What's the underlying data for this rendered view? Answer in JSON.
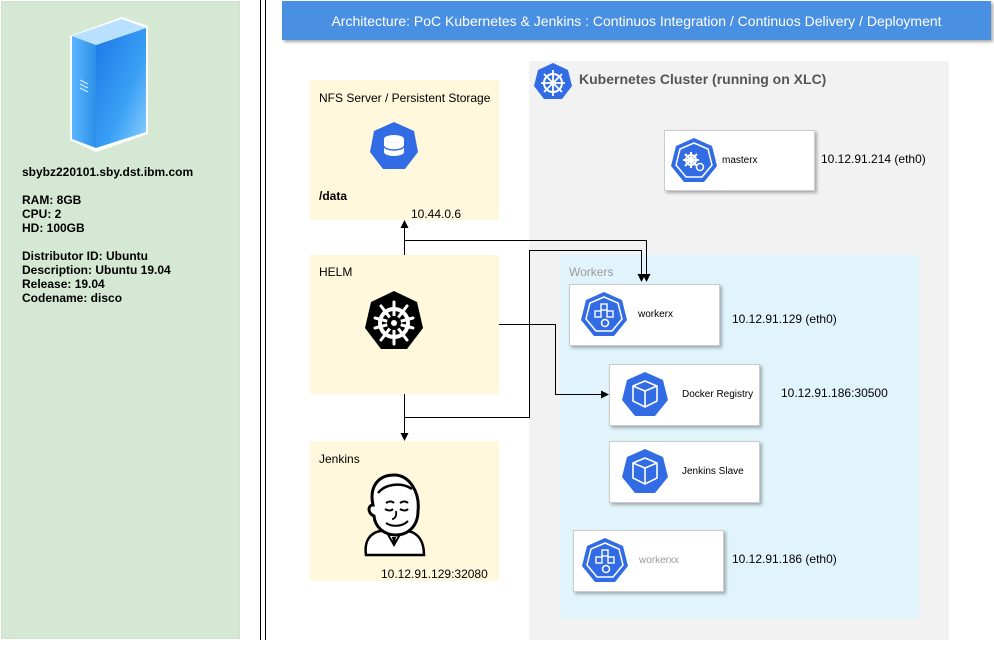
{
  "title": "Architecture: PoC Kubernetes & Jenkins :  Continuos Integration / Continuos Delivery / Deployment",
  "server": {
    "hostname": "sbybz220101.sby.dst.ibm.com",
    "ram": "RAM: 8GB",
    "cpu": "CPU: 2",
    "hd": "HD: 100GB",
    "distributor": "Distributor ID: Ubuntu",
    "description": "Description: Ubuntu 19.04",
    "release": "Release: 19.04",
    "codename": "Codename: disco"
  },
  "nfs": {
    "label": "NFS Server / Persistent Storage",
    "path": "/data",
    "ip": "10.44.0.6"
  },
  "helm": {
    "label": "HELM"
  },
  "jenkins": {
    "label": "Jenkins",
    "ip": "10.12.91.129:32080"
  },
  "cluster": {
    "title": "Kubernetes Cluster (running on XLC)"
  },
  "master": {
    "label": "masterx",
    "ip": "10.12.91.214 (eth0)"
  },
  "workers": {
    "label": "Workers",
    "workerx": {
      "label": "workerx",
      "ip": "10.12.91.129 (eth0)"
    },
    "registry": {
      "label": "Docker Registry",
      "ip": "10.12.91.186:30500"
    },
    "slave": {
      "label": "Jenkins Slave"
    },
    "workerxx": {
      "label": "workerxx",
      "ip": "10.12.91.186 (eth0)"
    }
  },
  "colors": {
    "sidebar": "#d5e8d4",
    "title_bar": "#4a90e2",
    "cluster_bg": "#f2f2f2",
    "workers_bg": "#e1f4fb",
    "yellow_box": "#fff8dc",
    "k8s_blue": "#326ce5"
  },
  "icons": [
    "server-tower-icon",
    "database-icon",
    "helm-wheel-icon",
    "jenkins-icon",
    "kubernetes-icon",
    "node-icon",
    "pod-cube-icon"
  ]
}
